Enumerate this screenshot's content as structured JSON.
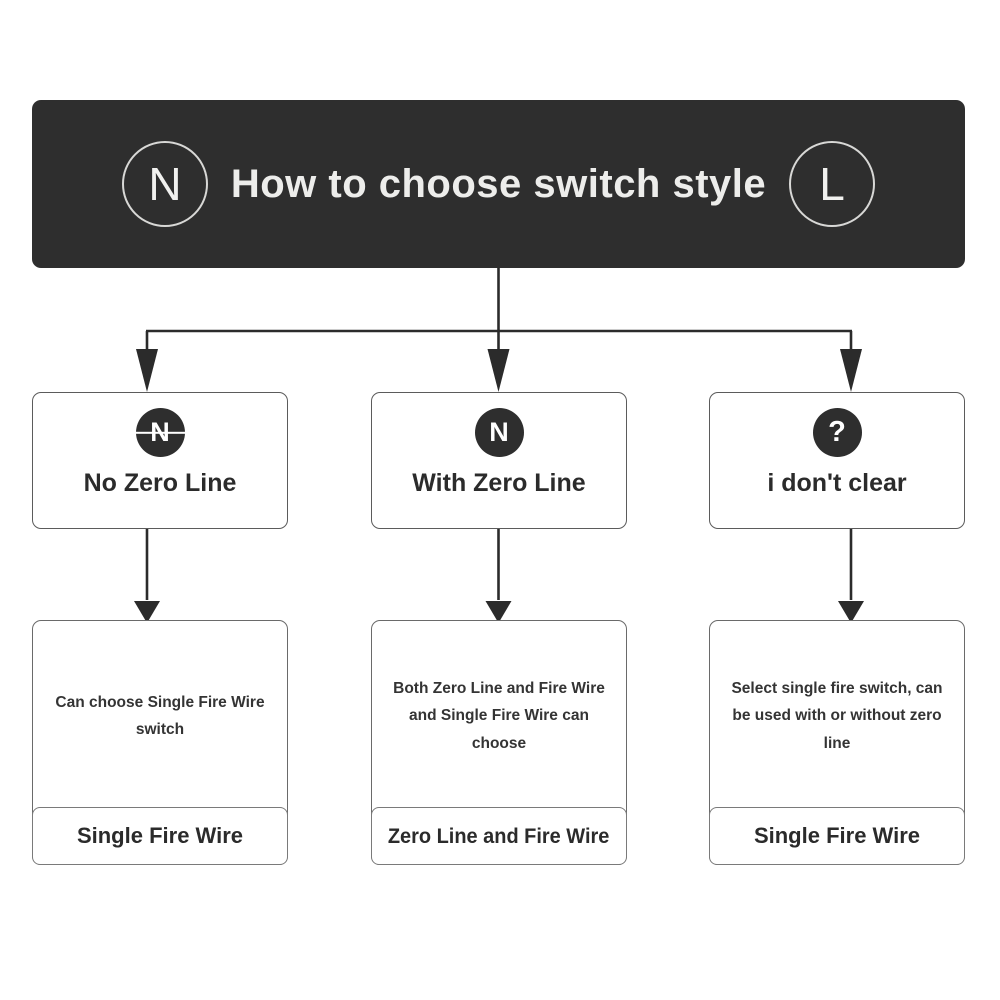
{
  "header": {
    "left_badge": "N",
    "left_badge_icon": "circled-letter-n-icon",
    "title": "How to choose switch style",
    "right_badge": "L",
    "right_badge_icon": "circled-letter-l-icon",
    "background_color": "#2e2e2e",
    "text_color": "#ededeb"
  },
  "columns": [
    {
      "option": {
        "badge": "N",
        "badge_icon": "n-struck-through-icon",
        "struck": true,
        "label": "No Zero Line"
      },
      "result": {
        "body": "Can choose Single Fire Wire switch",
        "footer": "Single Fire Wire",
        "footer_condensed": false
      }
    },
    {
      "option": {
        "badge": "N",
        "badge_icon": "letter-n-icon",
        "struck": false,
        "label": "With Zero Line"
      },
      "result": {
        "body": "Both Zero Line and Fire Wire and Single Fire Wire can choose",
        "footer": "Zero Line and Fire Wire",
        "footer_condensed": true
      }
    },
    {
      "option": {
        "badge": "?",
        "badge_icon": "question-mark-icon",
        "struck": false,
        "label": "i don't clear"
      },
      "result": {
        "body": "Select single fire switch, can be used with or without zero line",
        "footer": "Single Fire Wire",
        "footer_condensed": false
      }
    }
  ],
  "connectors": {
    "line_color": "#2b2b2b",
    "description": "header splits into three branches; each option box flows down to its result box"
  }
}
